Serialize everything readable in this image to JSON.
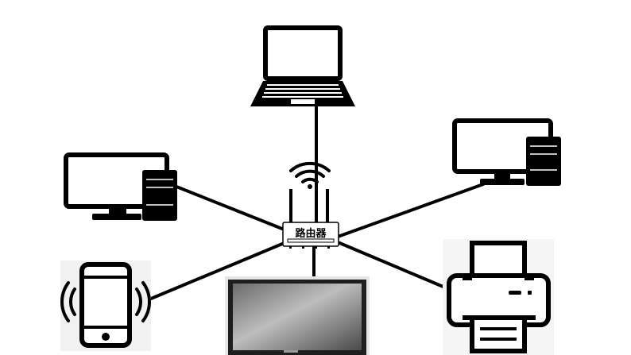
{
  "router": {
    "label": "路由器"
  },
  "devices": [
    {
      "id": "laptop",
      "icon": "laptop-icon"
    },
    {
      "id": "desktop-left",
      "icon": "desktop-computer-icon"
    },
    {
      "id": "desktop-right",
      "icon": "desktop-computer-icon"
    },
    {
      "id": "smartphone",
      "icon": "smartphone-icon"
    },
    {
      "id": "television",
      "icon": "television-icon"
    },
    {
      "id": "printer",
      "icon": "printer-icon"
    }
  ],
  "colors": {
    "stroke": "#000000",
    "background": "#ffffff"
  }
}
